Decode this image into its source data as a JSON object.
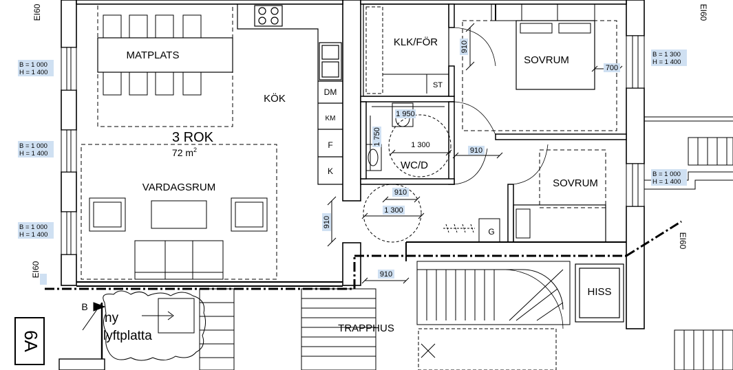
{
  "plan": {
    "unit_label": "3 ROK",
    "area_value": "72 m",
    "area_sup": "2",
    "rooms": {
      "matplats": "MATPLATS",
      "kok": "KÖK",
      "vardagsrum": "VARDAGSRUM",
      "klk_for": "KLK/FÖR",
      "sovrum1": "SOVRUM",
      "sovrum2": "SOVRUM",
      "wc_d": "WC/D",
      "trapphus": "TRAPPHUS",
      "hiss": "HISS"
    },
    "fixtures": {
      "dm": "DM",
      "km": "KM",
      "f": "F",
      "k": "K",
      "st": "ST",
      "g": "G",
      "b": "B"
    },
    "dimensions": {
      "klk_door": "910",
      "sovrum_door": "700",
      "wc_width": "1 950",
      "wc_depth": "1 750",
      "wc_circle": "1 300",
      "corridor_door": "910",
      "wc_door": "910",
      "hall_circle": "1 300",
      "entry_door": "910",
      "stair_door": "910"
    },
    "windows": {
      "left1_b": "B = 1 000",
      "left1_h": "H = 1 400",
      "left2_b": "B = 1 000",
      "left2_h": "H = 1 400",
      "left3_b": "B = 1 000",
      "left3_h": "H = 1 400",
      "right1_b": "B = 1 300",
      "right1_h": "H = 1 400",
      "right2_b": "B = 1 000",
      "right2_h": "H = 1 400"
    },
    "fire_class": {
      "top_left": "EI60",
      "top_right": "EI60",
      "left": "EI60",
      "right": "EI60"
    },
    "notes": {
      "lift_line1": "ny",
      "lift_line2": "lyftplatta"
    },
    "entrance_code": "6A"
  }
}
